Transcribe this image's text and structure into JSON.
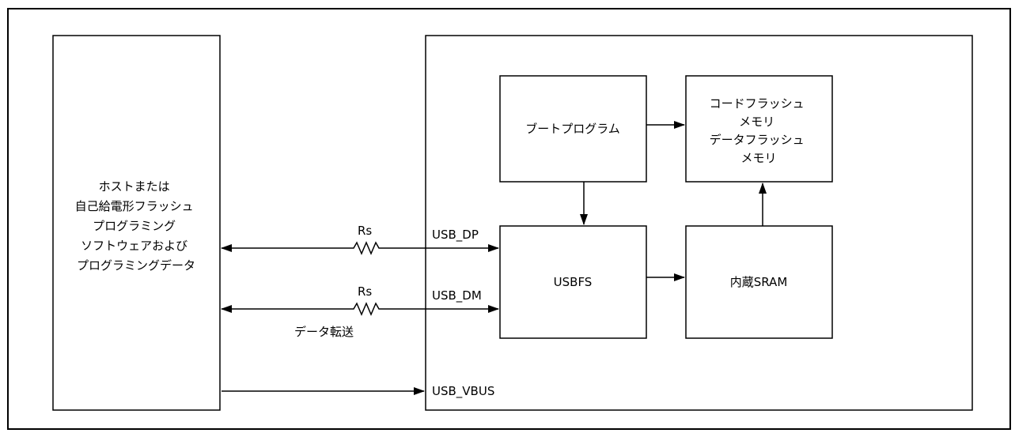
{
  "host_block": {
    "lines": [
      "ホストまたは",
      "自己給電形フラッシュ",
      "プログラミング",
      "ソフトウェアおよび",
      "プログラミングデータ"
    ]
  },
  "boot_block": {
    "label": "ブートプログラム"
  },
  "flash_block": {
    "lines": [
      "コードフラッシュ",
      "メモリ",
      "データフラッシュ",
      "メモリ"
    ]
  },
  "usbfs_block": {
    "label": "USBFS"
  },
  "sram_block": {
    "label": "内蔵SRAM"
  },
  "signals": {
    "usb_dp": "USB_DP",
    "usb_dm": "USB_DM",
    "usb_vbus": "USB_VBUS",
    "rs_dp": "Rs",
    "rs_dm": "Rs",
    "transfer": "データ転送"
  }
}
